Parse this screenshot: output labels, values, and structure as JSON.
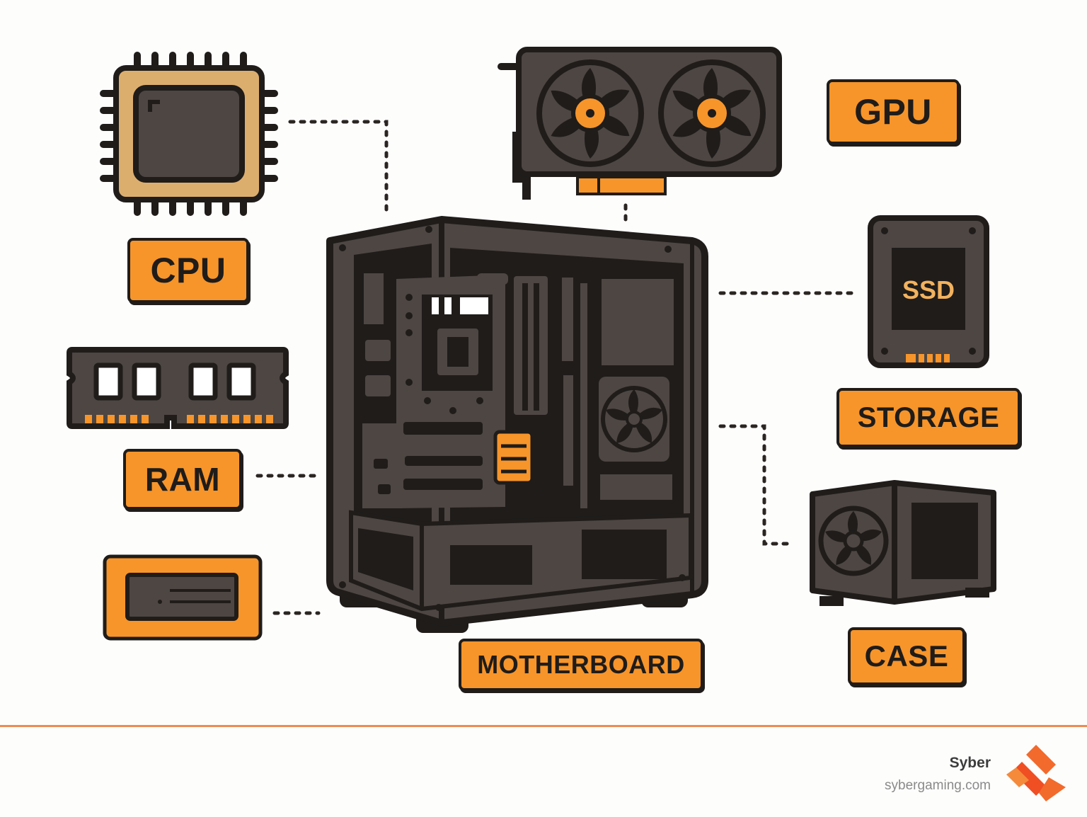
{
  "labels": {
    "cpu": "CPU",
    "gpu": "GPU",
    "ram": "RAM",
    "ssd": "SSD",
    "storage": "STORAGE",
    "motherboard": "MOTHERBOARD",
    "case": "CASE"
  },
  "footer": {
    "brand": "Syber",
    "url": "sybergaming.com"
  },
  "colors": {
    "accent": "#f7952a",
    "dark": "#1f1c1a",
    "body": "#4d4643",
    "divider": "#ef8b52"
  }
}
